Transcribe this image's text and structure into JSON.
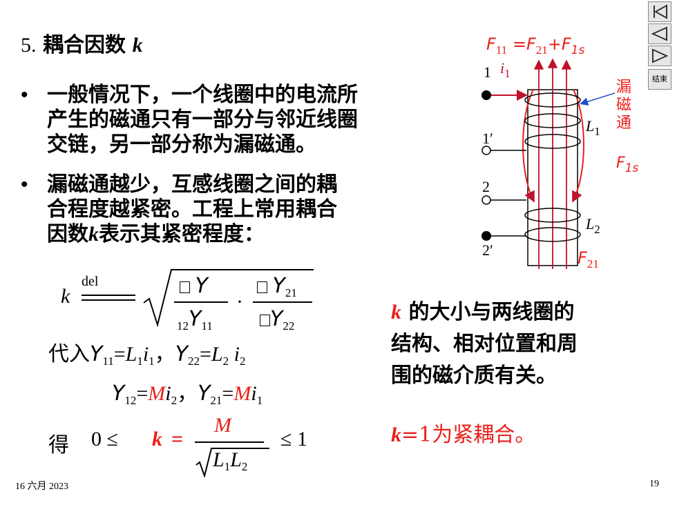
{
  "heading": {
    "number": "5.",
    "text": "耦合因数",
    "symbol": "k"
  },
  "bullets": [
    {
      "lines": [
        "一般情况下，一个线圈中的电流所",
        "产生的磁通只有一部分与邻近线圈",
        "交链，另一部分称为漏磁通。"
      ]
    },
    {
      "lines": [
        "漏磁通越少，互感线圈之间的耦",
        "合程度越紧密。工程上常用耦合"
      ],
      "last_pre": "因数",
      "last_k": "k",
      "last_post": "表示其紧密程度："
    }
  ],
  "formula": {
    "k": "k",
    "del": "del",
    "dot": "·",
    "num1": "Y",
    "den1": "Y",
    "den1_sub": "11",
    "den1_presub": "12",
    "num2": "Y",
    "num2_sub": "21",
    "den2": "Y",
    "den2_sub": "22"
  },
  "subst": {
    "prefix": "代入",
    "line1": {
      "y1": "Y",
      "y1_sub": "11",
      "eq": "=",
      "l1": "L",
      "l1_sub": "1",
      "i1": "i",
      "i1_sub": "1",
      "sep": "，",
      "y2": "Y",
      "y2_sub": "22",
      "l2": "L",
      "l2_sub": "2",
      "i2": "i",
      "i2_sub": "2"
    },
    "line2": {
      "y1": "Y",
      "y1_sub": "12",
      "eq": "=",
      "m": "M",
      "i1": "i",
      "i1_sub": "2",
      "sep": "，",
      "y2": "Y",
      "y2_sub": "21",
      "m2": "M",
      "i2": "i",
      "i2_sub": "1"
    }
  },
  "result": {
    "prefix": "得",
    "left": "0 ≤",
    "k": "k",
    "eq": "=",
    "num": "M",
    "den_l1": "L",
    "den_l1_sub": "1",
    "den_l2": "L",
    "den_l2_sub": "2",
    "right": "≤ 1"
  },
  "right_text": {
    "k": "k",
    "line1_rest": "的大小与两线圈的",
    "line2": "结构、相对位置和周",
    "line3": "围的磁介质有关。",
    "tight_k": "k",
    "tight_rest": "=1为紧耦合。"
  },
  "diagram": {
    "eq_f11": "F",
    "eq_f11_sub": "11",
    "eq_eq": "=",
    "eq_f21": "F",
    "eq_f21_sub": "21",
    "eq_plus": "+",
    "eq_f1s": "F",
    "eq_f1s_sub": "1s",
    "terminal_1": "1",
    "terminal_1p": "1′",
    "terminal_2": "2",
    "terminal_2p": "2′",
    "current": "i",
    "current_sub": "1",
    "l1": "L",
    "l1_sub": "1",
    "l2": "L",
    "l2_sub": "2",
    "leak_label": [
      "漏",
      "磁",
      "通"
    ],
    "leak_f": "F",
    "leak_f_sub": "1s",
    "f21": "F",
    "f21_sub": "21",
    "colors": {
      "flux": "#c0102a",
      "leak": "#e8201a",
      "arrow_blue": "#1f4fd0"
    }
  },
  "nav": {
    "end_label": "结束"
  },
  "footer": {
    "date": "16 六月 2023",
    "page": "19"
  }
}
